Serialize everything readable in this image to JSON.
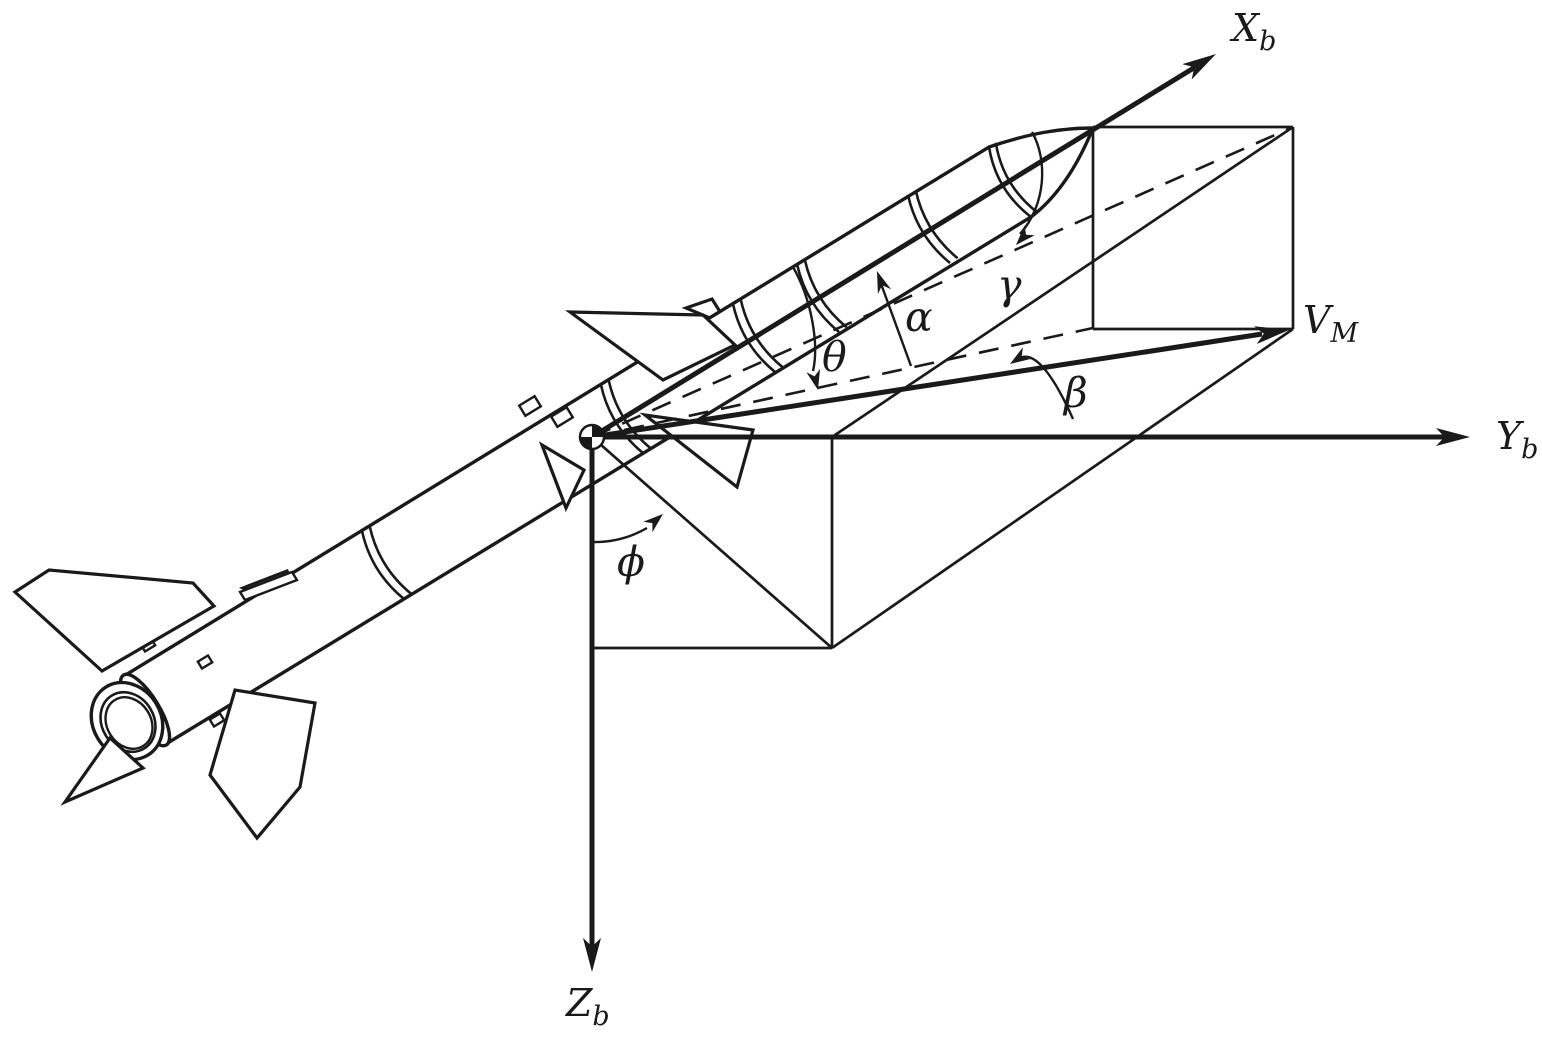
{
  "labels": {
    "x_axis": {
      "main": "X",
      "sub": "b"
    },
    "y_axis": {
      "main": "Y",
      "sub": "b"
    },
    "z_axis": {
      "main": "Z",
      "sub": "b"
    },
    "velocity": {
      "main": "V",
      "sub": "M"
    },
    "angles": {
      "gamma": "γ",
      "alpha": "α",
      "theta": "θ",
      "beta": "β",
      "phi": "ϕ"
    }
  },
  "colors": {
    "ink": "#1a1a1a",
    "background": "#ffffff"
  }
}
